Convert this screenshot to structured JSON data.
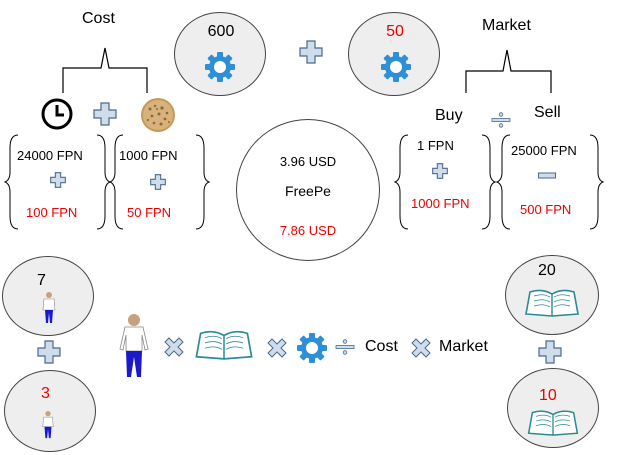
{
  "top": {
    "cost_label": "Cost",
    "market_label": "Market",
    "gear_count": "600",
    "gear_count_red": "50"
  },
  "left": {
    "col1_top": "24000 FPN",
    "col1_bottom": "100 FPN",
    "col2_top": "1000 FPN",
    "col2_bottom": "50 FPN"
  },
  "right": {
    "buy_label": "Buy",
    "sell_label": "Sell",
    "buy_top": "1 FPN",
    "buy_bottom": "1000 FPN",
    "sell_top": "25000 FPN",
    "sell_bottom": "500 FPN"
  },
  "center": {
    "usd_top": "3.96 USD",
    "name": "FreePe",
    "usd_bottom": "7.86 USD"
  },
  "people": {
    "count": "7",
    "count_red": "3"
  },
  "books": {
    "count": "20",
    "count_red": "10"
  },
  "formula": {
    "cost_label": "Cost",
    "market_label": "Market"
  },
  "colors": {
    "plus_fill": "#cfdcec",
    "plus_stroke": "#4a6a8a",
    "gear": "#2f8fd6",
    "book": "#2a8a95",
    "red_text": "#ee0000"
  }
}
